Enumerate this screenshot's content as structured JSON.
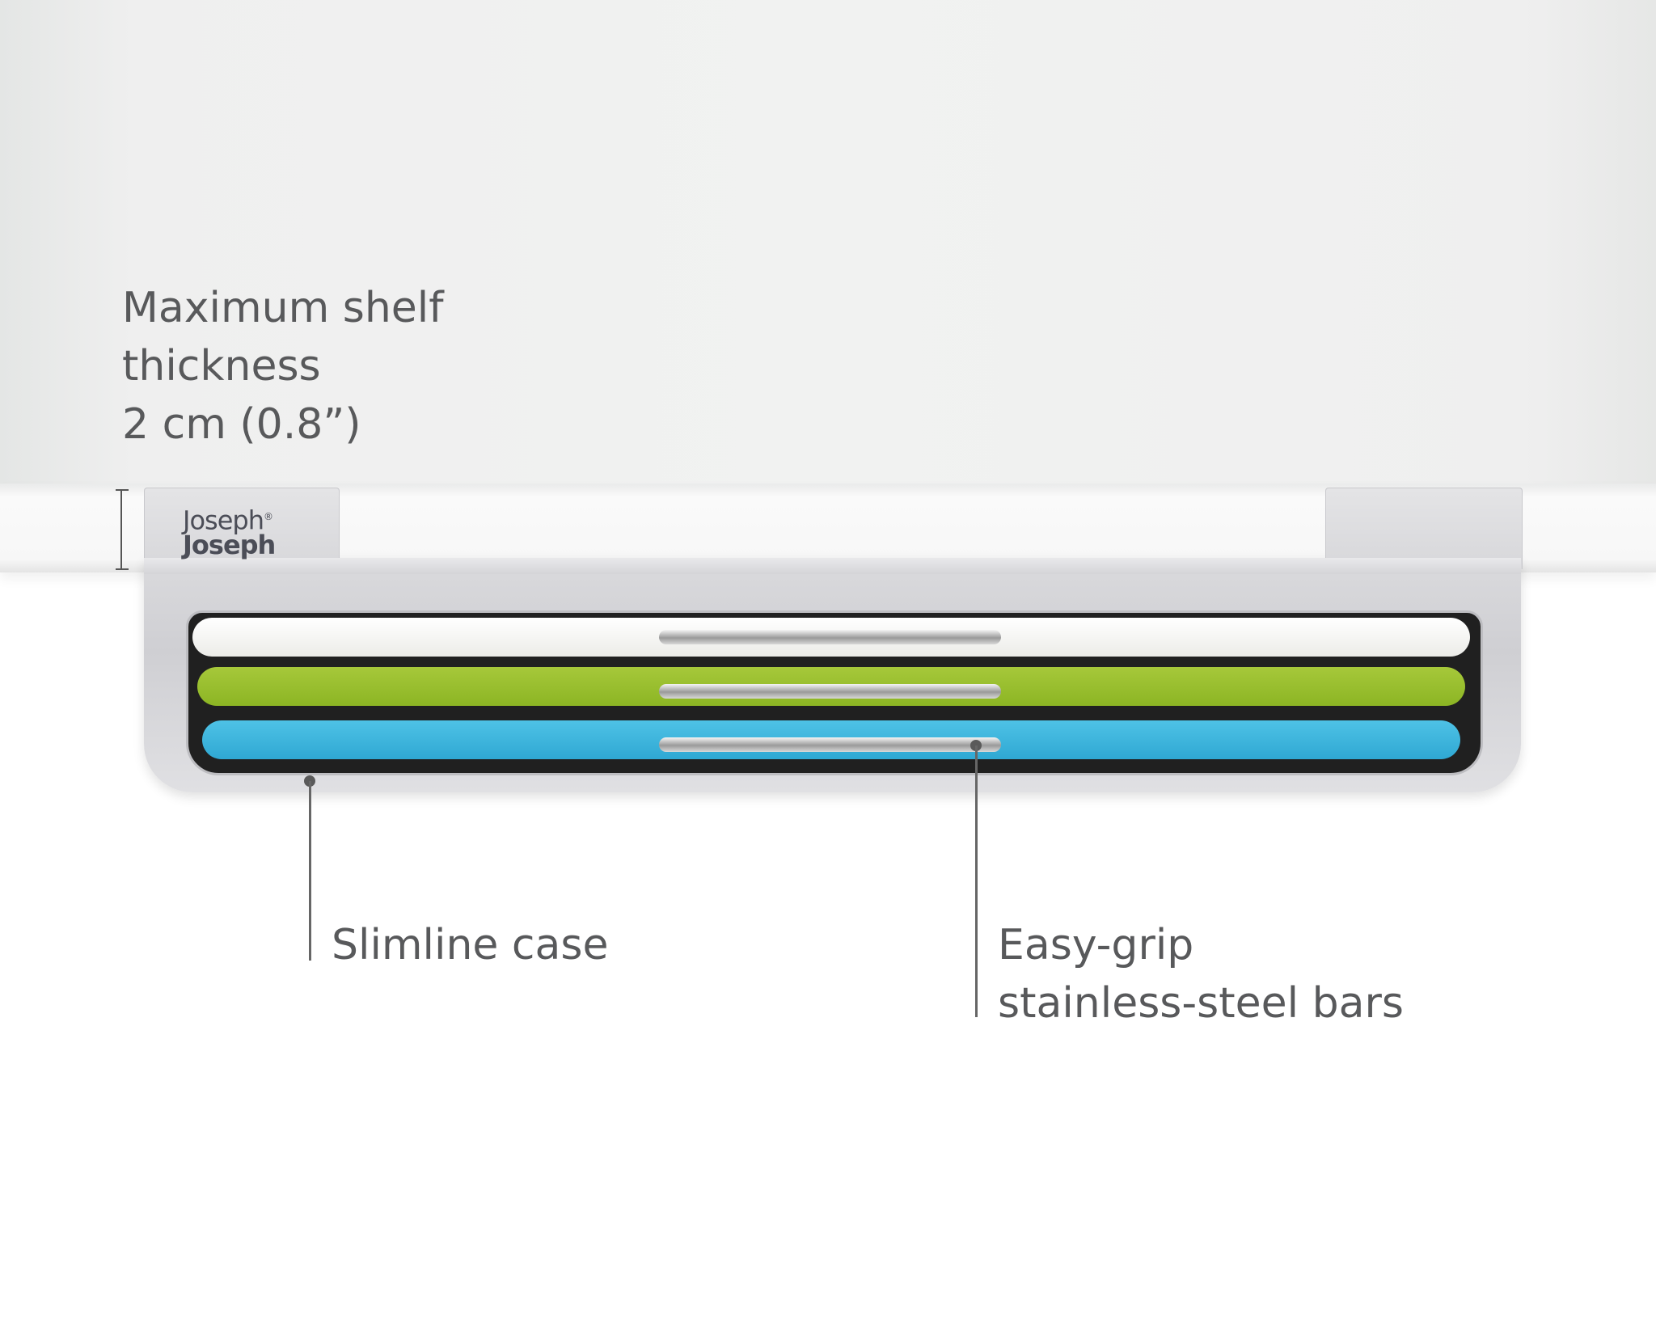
{
  "annotations": {
    "shelf_thickness": [
      "Maximum shelf",
      "thickness",
      "2 cm (0.8”)"
    ],
    "case": "Slimline case",
    "bars": [
      "Easy-grip",
      "stainless-steel bars"
    ]
  },
  "brand": {
    "line1": "Joseph",
    "line2": "Joseph",
    "mark": "®"
  },
  "colors": {
    "board_white": "#f7f7f3",
    "board_green": "#98be2c",
    "board_blue": "#3cb4dc",
    "case": "#d4d4d8",
    "text": "#58595b"
  }
}
